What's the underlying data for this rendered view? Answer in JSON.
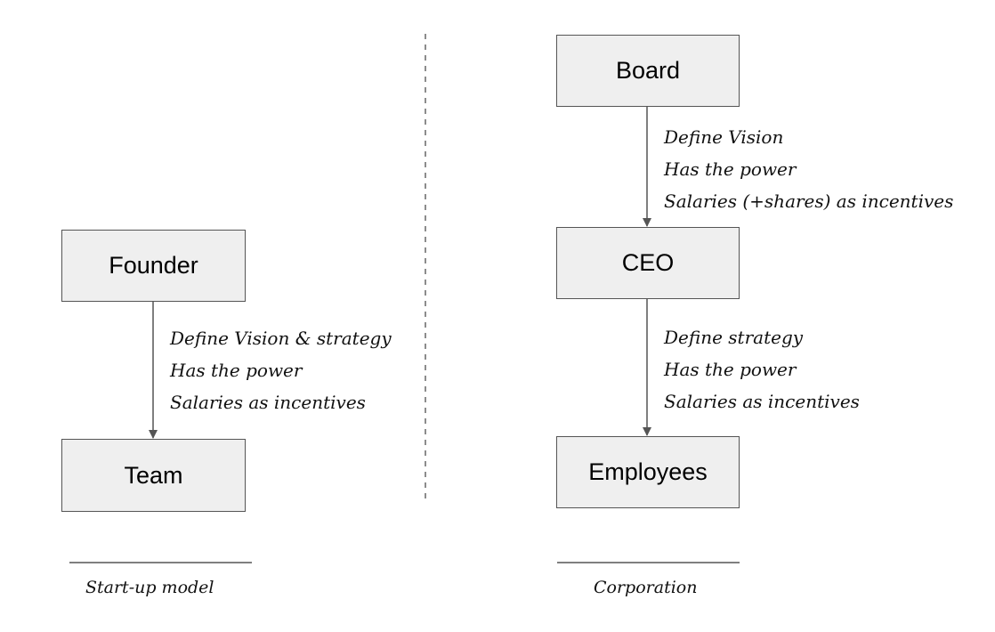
{
  "startup": {
    "top_box": "Founder",
    "bottom_box": "Team",
    "notes": [
      "Define Vision & strategy",
      "Has the power",
      "Salaries as incentives"
    ],
    "caption": "Start-up model"
  },
  "corporation": {
    "top_box": "Board",
    "middle_box": "CEO",
    "bottom_box": "Employees",
    "notes_top": [
      "Define Vision",
      "Has the power",
      "Salaries (+shares) as incentives"
    ],
    "notes_bottom": [
      "Define strategy",
      "Has the power",
      "Salaries as incentives"
    ],
    "caption": "Corporation"
  },
  "colors": {
    "box_fill": "#efefef",
    "box_border": "#555555",
    "line": "#555555"
  }
}
